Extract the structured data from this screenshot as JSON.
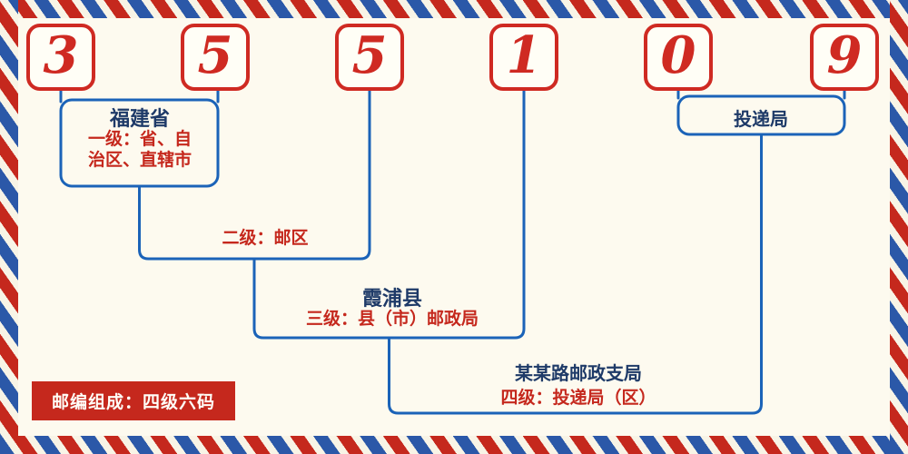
{
  "colors": {
    "background": "#fdfaef",
    "accent_red": "#c5281d",
    "line_blue": "#1b63b8",
    "text_navy": "#1e3a68",
    "stripe_blue": "#2b58a8"
  },
  "digits": [
    "3",
    "5",
    "5",
    "1",
    "0",
    "9"
  ],
  "annotations": {
    "level1": {
      "place": "福建省",
      "desc_line1": "一级：省、自",
      "desc_line2": "治区、直辖市"
    },
    "level2": {
      "desc": "二级：邮区"
    },
    "level3": {
      "place": "霞浦县",
      "desc": "三级：县（市）邮政局"
    },
    "level4": {
      "place": "某某路邮政支局",
      "desc": "四级：投递局（区）"
    },
    "delivery": {
      "label": "投递局"
    },
    "footer": {
      "badge": "邮编组成：四级六码"
    }
  }
}
